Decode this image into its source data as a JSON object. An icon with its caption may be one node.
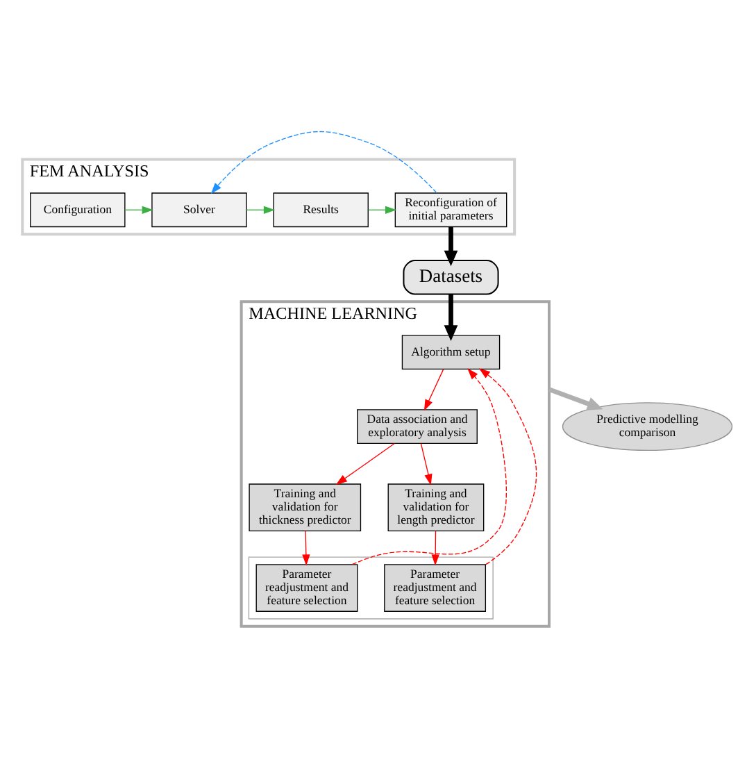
{
  "diagram": {
    "nodes": [
      {
        "text": [
          "FEM ANALYSIS"
        ]
      },
      {
        "text": [
          "Configuration"
        ],
        "in": 0
      },
      {
        "text": [
          "Solver"
        ],
        "in": 0
      },
      {
        "text": [
          "Results"
        ],
        "in": 0
      },
      {
        "text": [
          "Reconfiguration of initial parameters"
        ],
        "in": 0
      },
      {
        "text": [
          "Datasets"
        ]
      },
      {
        "text": [
          "MACHINE LEARNING"
        ]
      },
      {
        "text": [
          "Algorithm setup"
        ],
        "in": 6
      },
      {
        "text": [
          "Data association and exploratory analysis"
        ],
        "in": 6
      },
      {
        "text": [
          "Training and validation for thickness predictor"
        ],
        "in": 6
      },
      {
        "text": [
          "Training and validation for length predictor"
        ],
        "in": 6
      },
      {
        "text": [],
        "shape": "box",
        "in": 6
      },
      {
        "text": [
          "Parameter readjustment and feature selection"
        ],
        "in": 11
      },
      {
        "text": [
          "Parameter readjustment and feature selection"
        ],
        "in": 11
      },
      {
        "text": [
          "Predictive modelling comparison"
        ]
      }
    ],
    "edges": [
      {
        "from": 1,
        "to": 2,
        "arrow": "to",
        "color": "#3cb043"
      },
      {
        "from": 2,
        "to": 3,
        "arrow": "to",
        "color": "#3cb043"
      },
      {
        "from": 3,
        "to": 4,
        "arrow": "to",
        "color": "#3cb043"
      },
      {
        "from": 4,
        "to": 2,
        "arrow": "to",
        "style": "dashed",
        "color": "#1e90ff"
      },
      {
        "from": 4,
        "to": 5,
        "arrow": "to",
        "style": "thick",
        "color": "#000000"
      },
      {
        "from": 5,
        "to": 7,
        "arrow": "to",
        "style": "thick",
        "color": "#000000"
      },
      {
        "from": 7,
        "to": 8,
        "arrow": "to",
        "color": "#ff0000"
      },
      {
        "from": 8,
        "to": 9,
        "arrow": "to",
        "color": "#ff0000"
      },
      {
        "from": 8,
        "to": 10,
        "arrow": "to",
        "color": "#ff0000"
      },
      {
        "from": 9,
        "to": 12,
        "arrow": "to",
        "color": "#ff0000"
      },
      {
        "from": 10,
        "to": 13,
        "arrow": "to",
        "color": "#ff0000"
      },
      {
        "from": 12,
        "to": 7,
        "arrow": "to",
        "style": "dashed",
        "color": "#ff0000"
      },
      {
        "from": 13,
        "to": 7,
        "arrow": "to",
        "style": "dashed",
        "color": "#ff0000"
      },
      {
        "from": 6,
        "to": 14,
        "arrow": "to",
        "style": "thick",
        "color": "#b0b0b0"
      }
    ]
  }
}
